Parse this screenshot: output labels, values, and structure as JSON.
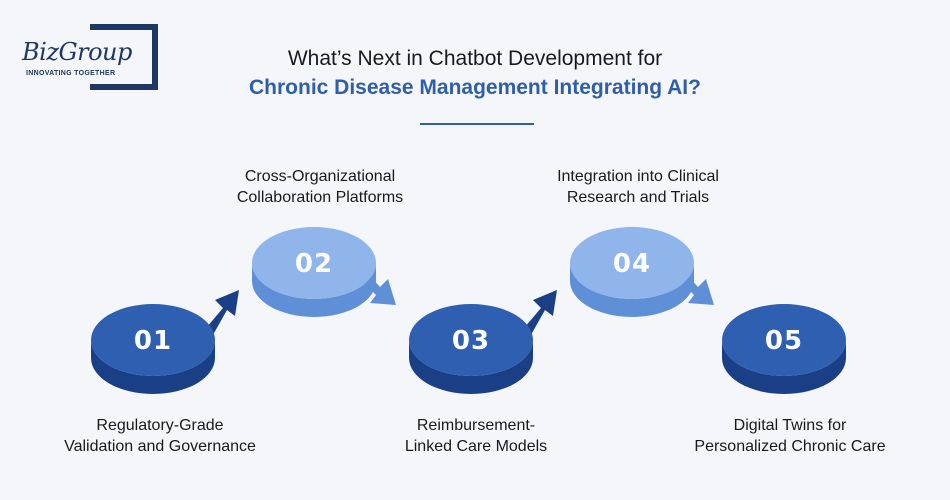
{
  "logo": {
    "brand": "BizGroup",
    "tagline": "INNOVATING TOGETHER"
  },
  "header": {
    "title_line1": "What’s Next in Chatbot Development for",
    "title_line2": "Chronic Disease Management Integrating AI?"
  },
  "steps": [
    {
      "number": "01",
      "label": "Regulatory-Grade\nValidation and Governance"
    },
    {
      "number": "02",
      "label": "Cross-Organizational\nCollaboration Platforms"
    },
    {
      "number": "03",
      "label": "Reimbursement-\nLinked Care Models"
    },
    {
      "number": "04",
      "label": "Integration into Clinical\nResearch and Trials"
    },
    {
      "number": "05",
      "label": "Digital Twins for\nPersonalized Chronic Care"
    }
  ],
  "colors": {
    "dark_top": "#2e5fb0",
    "dark_side": "#1b3f86",
    "light_top": "#8fb5ea",
    "light_side": "#5f8fd6",
    "accent": "#2f5fa8",
    "brand": "#1f3763"
  }
}
